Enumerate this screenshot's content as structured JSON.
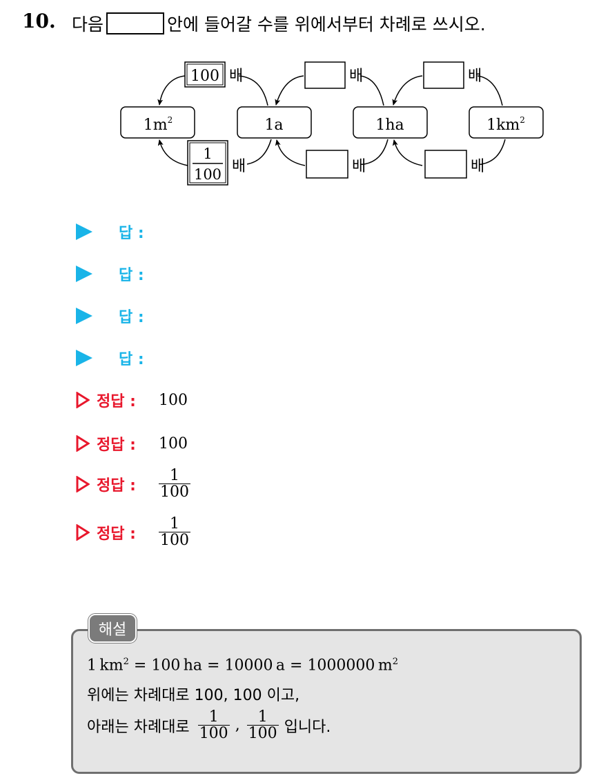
{
  "question": {
    "number": "10.",
    "text_before": "다음",
    "text_after": "안에 들어갈 수를 위에서부터 차례로 쓰시오."
  },
  "diagram": {
    "units": [
      {
        "num": "1m",
        "sup": "2"
      },
      {
        "num": "1a",
        "sup": ""
      },
      {
        "num": "1ha",
        "sup": ""
      },
      {
        "num": "1km",
        "sup": "2"
      }
    ],
    "given_top": "100",
    "given_bottom_num": "1",
    "given_bottom_den": "100",
    "times": "배"
  },
  "answers": [
    {
      "label": "답 :"
    },
    {
      "label": "답 :"
    },
    {
      "label": "답 :"
    },
    {
      "label": "답 :"
    }
  ],
  "solutions": [
    {
      "label": "정답 :",
      "value": "100",
      "is_fraction": false
    },
    {
      "label": "정답 :",
      "value": "100",
      "is_fraction": false
    },
    {
      "label": "정답 :",
      "num": "1",
      "den": "100",
      "is_fraction": true
    },
    {
      "label": "정답 :",
      "num": "1",
      "den": "100",
      "is_fraction": true
    }
  ],
  "explanation": {
    "tab": "해설",
    "eq": {
      "a": "1",
      "a_unit": "km",
      "a_sup": "2",
      "b": "100",
      "b_unit": "ha",
      "c": "10000",
      "c_unit": "a",
      "d": "1000000",
      "d_unit": "m",
      "d_sup": "2",
      "eq_sign": "="
    },
    "line2": "위에는 차례대로 100, 100 이고,",
    "line3_before": "아래는 차례대로",
    "frac_num": "1",
    "frac_den": "100",
    "comma": ",",
    "line3_after": "입니다."
  },
  "colors": {
    "answer": "#19b4e8",
    "solution": "#e8172c",
    "expl_bg": "#e5e5e5",
    "expl_border": "#6f6f6f",
    "tab_bg": "#7b7b7b"
  }
}
